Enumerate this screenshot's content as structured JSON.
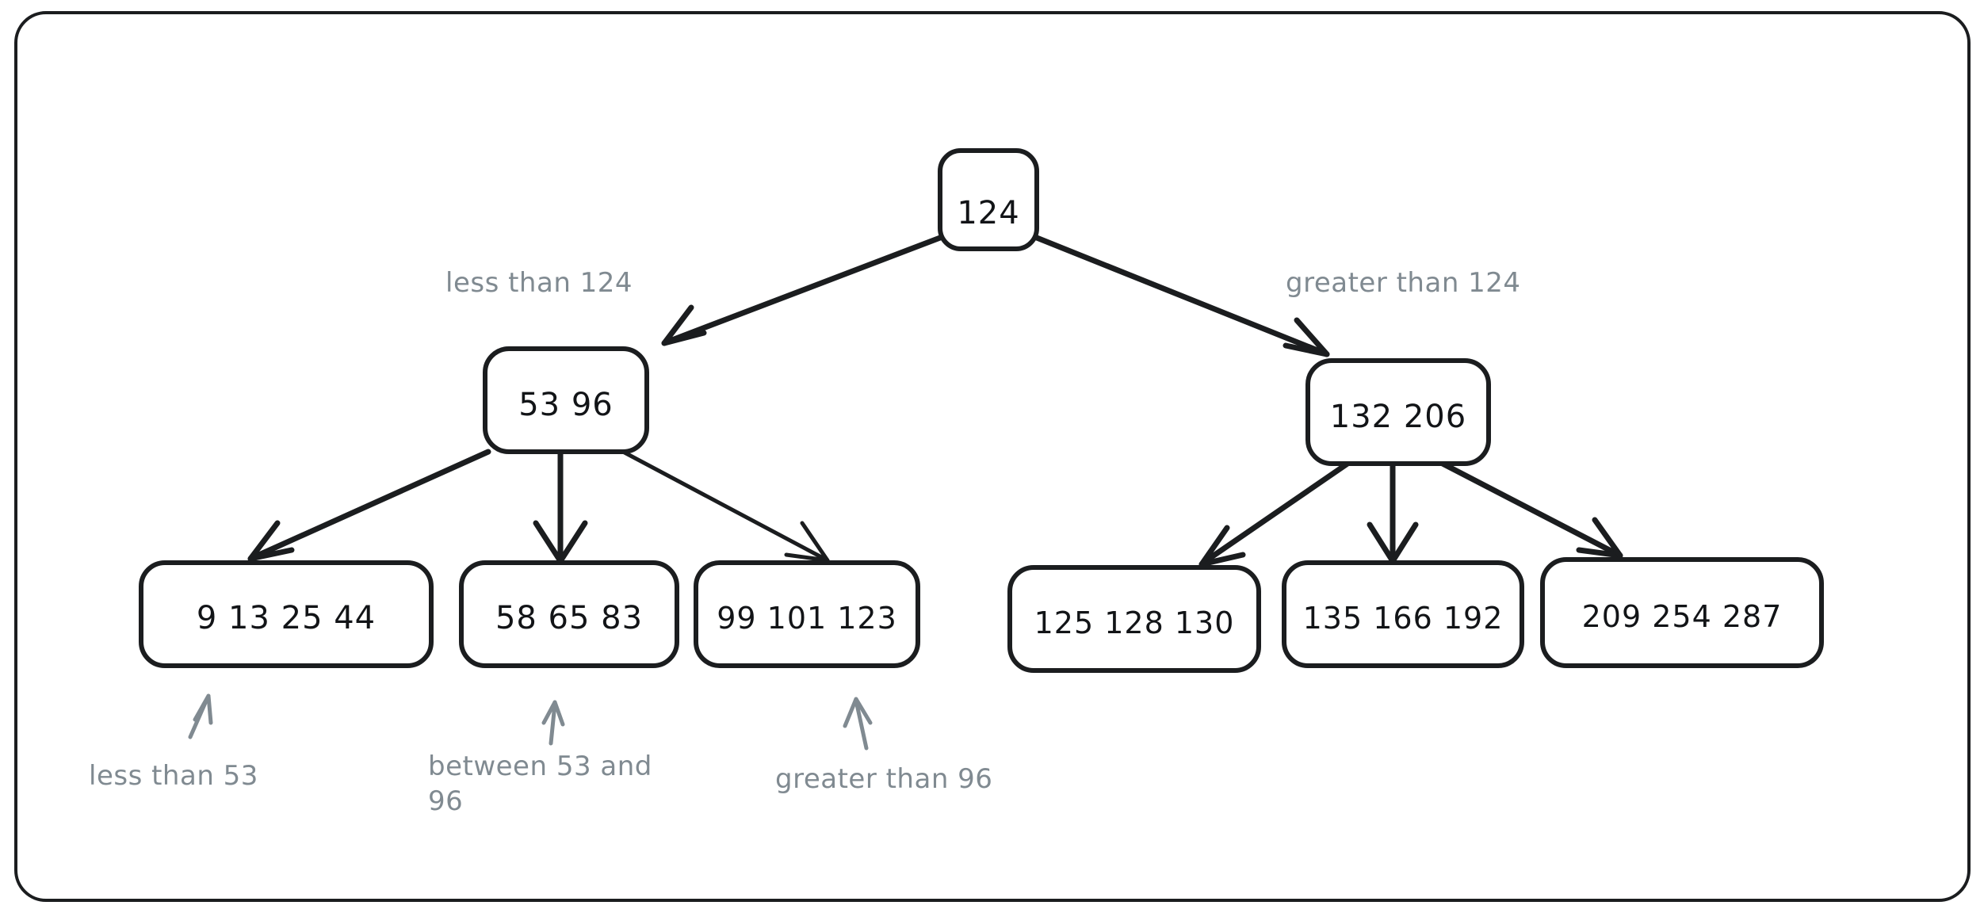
{
  "frame": {
    "border_color": "#1b1d1f",
    "background": "#ffffff"
  },
  "colors": {
    "node_stroke": "#1b1d1f",
    "node_fill": "#ffffff",
    "node_text": "#121417",
    "arrow": "#1b1d1f",
    "annotation": "#808a91"
  },
  "diagram": {
    "type": "b-tree",
    "title": "",
    "nodes": {
      "root": {
        "label": "124",
        "keys": [
          "124"
        ]
      },
      "left_internal": {
        "label": "53   96",
        "keys": [
          "53",
          "96"
        ]
      },
      "right_internal": {
        "label": "132   206",
        "keys": [
          "132",
          "206"
        ]
      },
      "leaf_1": {
        "label": "9   13   25   44",
        "keys": [
          "9",
          "13",
          "25",
          "44"
        ]
      },
      "leaf_2": {
        "label": "58  65  83",
        "keys": [
          "58",
          "65",
          "83"
        ]
      },
      "leaf_3": {
        "label": "99  101  123",
        "keys": [
          "99",
          "101",
          "123"
        ]
      },
      "leaf_4": {
        "label": "125  128  130",
        "keys": [
          "125",
          "128",
          "130"
        ]
      },
      "leaf_5": {
        "label": "135  166  192",
        "keys": [
          "135",
          "166",
          "192"
        ]
      },
      "leaf_6": {
        "label": "209  254  287",
        "keys": [
          "209",
          "254",
          "287"
        ]
      }
    },
    "edge_labels": {
      "root_left": "less than 124",
      "root_right": "greater than 124"
    },
    "annotations": {
      "leaf_1": "less than 53",
      "leaf_2_line1": "between 53 and",
      "leaf_2_line2": "96",
      "leaf_3": "greater than 96"
    }
  }
}
